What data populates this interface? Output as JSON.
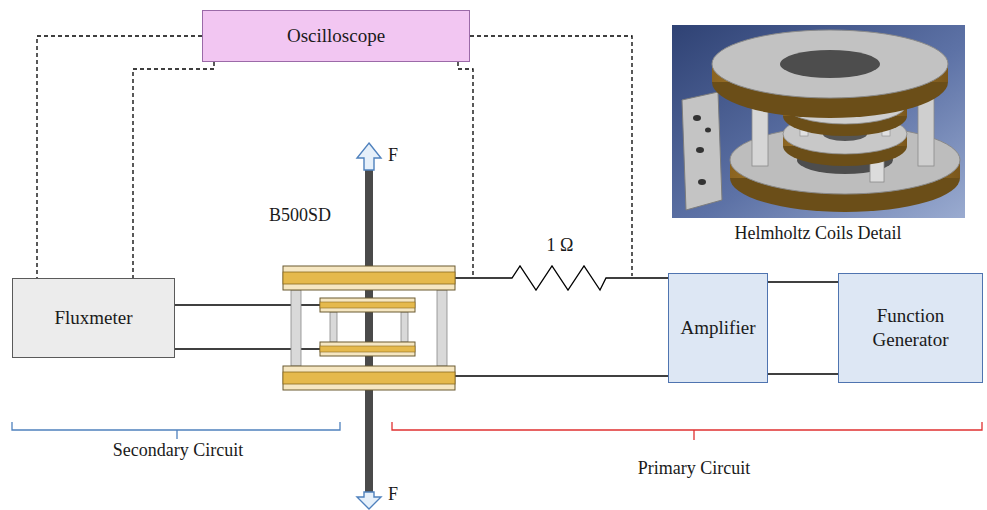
{
  "diagram": {
    "nodes": [
      {
        "text": [
          "Oscilloscope"
        ]
      },
      {
        "text": [
          "Fluxmeter"
        ]
      },
      {
        "text": [
          "Amplifier"
        ]
      },
      {
        "text": [
          "Function Generator"
        ]
      }
    ],
    "edges": [
      {
        "from": 0,
        "to": 1,
        "arrow": "none"
      },
      {
        "from": 0,
        "to": 1,
        "arrow": "none"
      },
      {
        "from": 2,
        "to": 3,
        "arrow": "none"
      },
      {
        "from": 2,
        "to": 3,
        "arrow": "none"
      }
    ],
    "labels": [
      "B500SD",
      "F",
      "F",
      "1 Ω",
      "Helmholtz Coils Detail",
      "Secondary Circuit",
      "Primary Circuit"
    ]
  }
}
